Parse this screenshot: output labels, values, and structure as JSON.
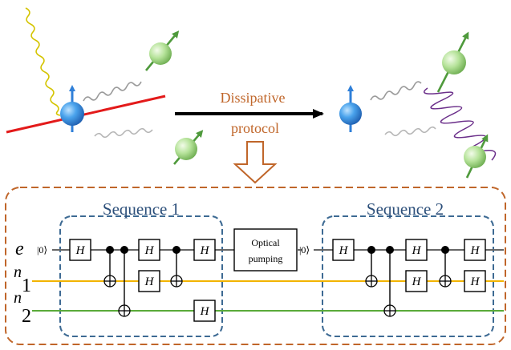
{
  "top": {
    "arrow_label_line1": "Dissipative",
    "arrow_label_line2": "protocol"
  },
  "circuit": {
    "sequence1_title": "Sequence 1",
    "sequence2_title": "Sequence 2",
    "row_labels": {
      "e": "e",
      "n1_base": "n",
      "n1_sub": "1",
      "n2_base": "n",
      "n2_sub": "2"
    },
    "ket0": "|0⟩",
    "gate_H": "H",
    "optical_pumping_line1": "Optical",
    "optical_pumping_line2": "pumping"
  },
  "colors": {
    "accent_orange": "#c0662a",
    "dashed_blue": "#3d6a93",
    "title_blue": "#2c4f7a",
    "wire_e": "#666666",
    "wire_n1": "#f2b400",
    "wire_n2": "#5aaa3a",
    "red_line": "#e31a1a",
    "photon_yellow": "#d4c400",
    "entangle_purple": "#6b2f8a",
    "spin_blue": "#2f7fd8",
    "spin_green": "#8fce6e"
  }
}
